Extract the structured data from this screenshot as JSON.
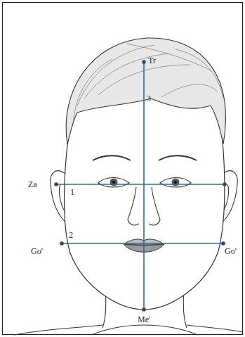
{
  "diagram": {
    "labels": [
      "Tr",
      "3",
      "Za",
      "1",
      "Go'",
      "2",
      "Go'",
      "Me'"
    ]
  }
}
